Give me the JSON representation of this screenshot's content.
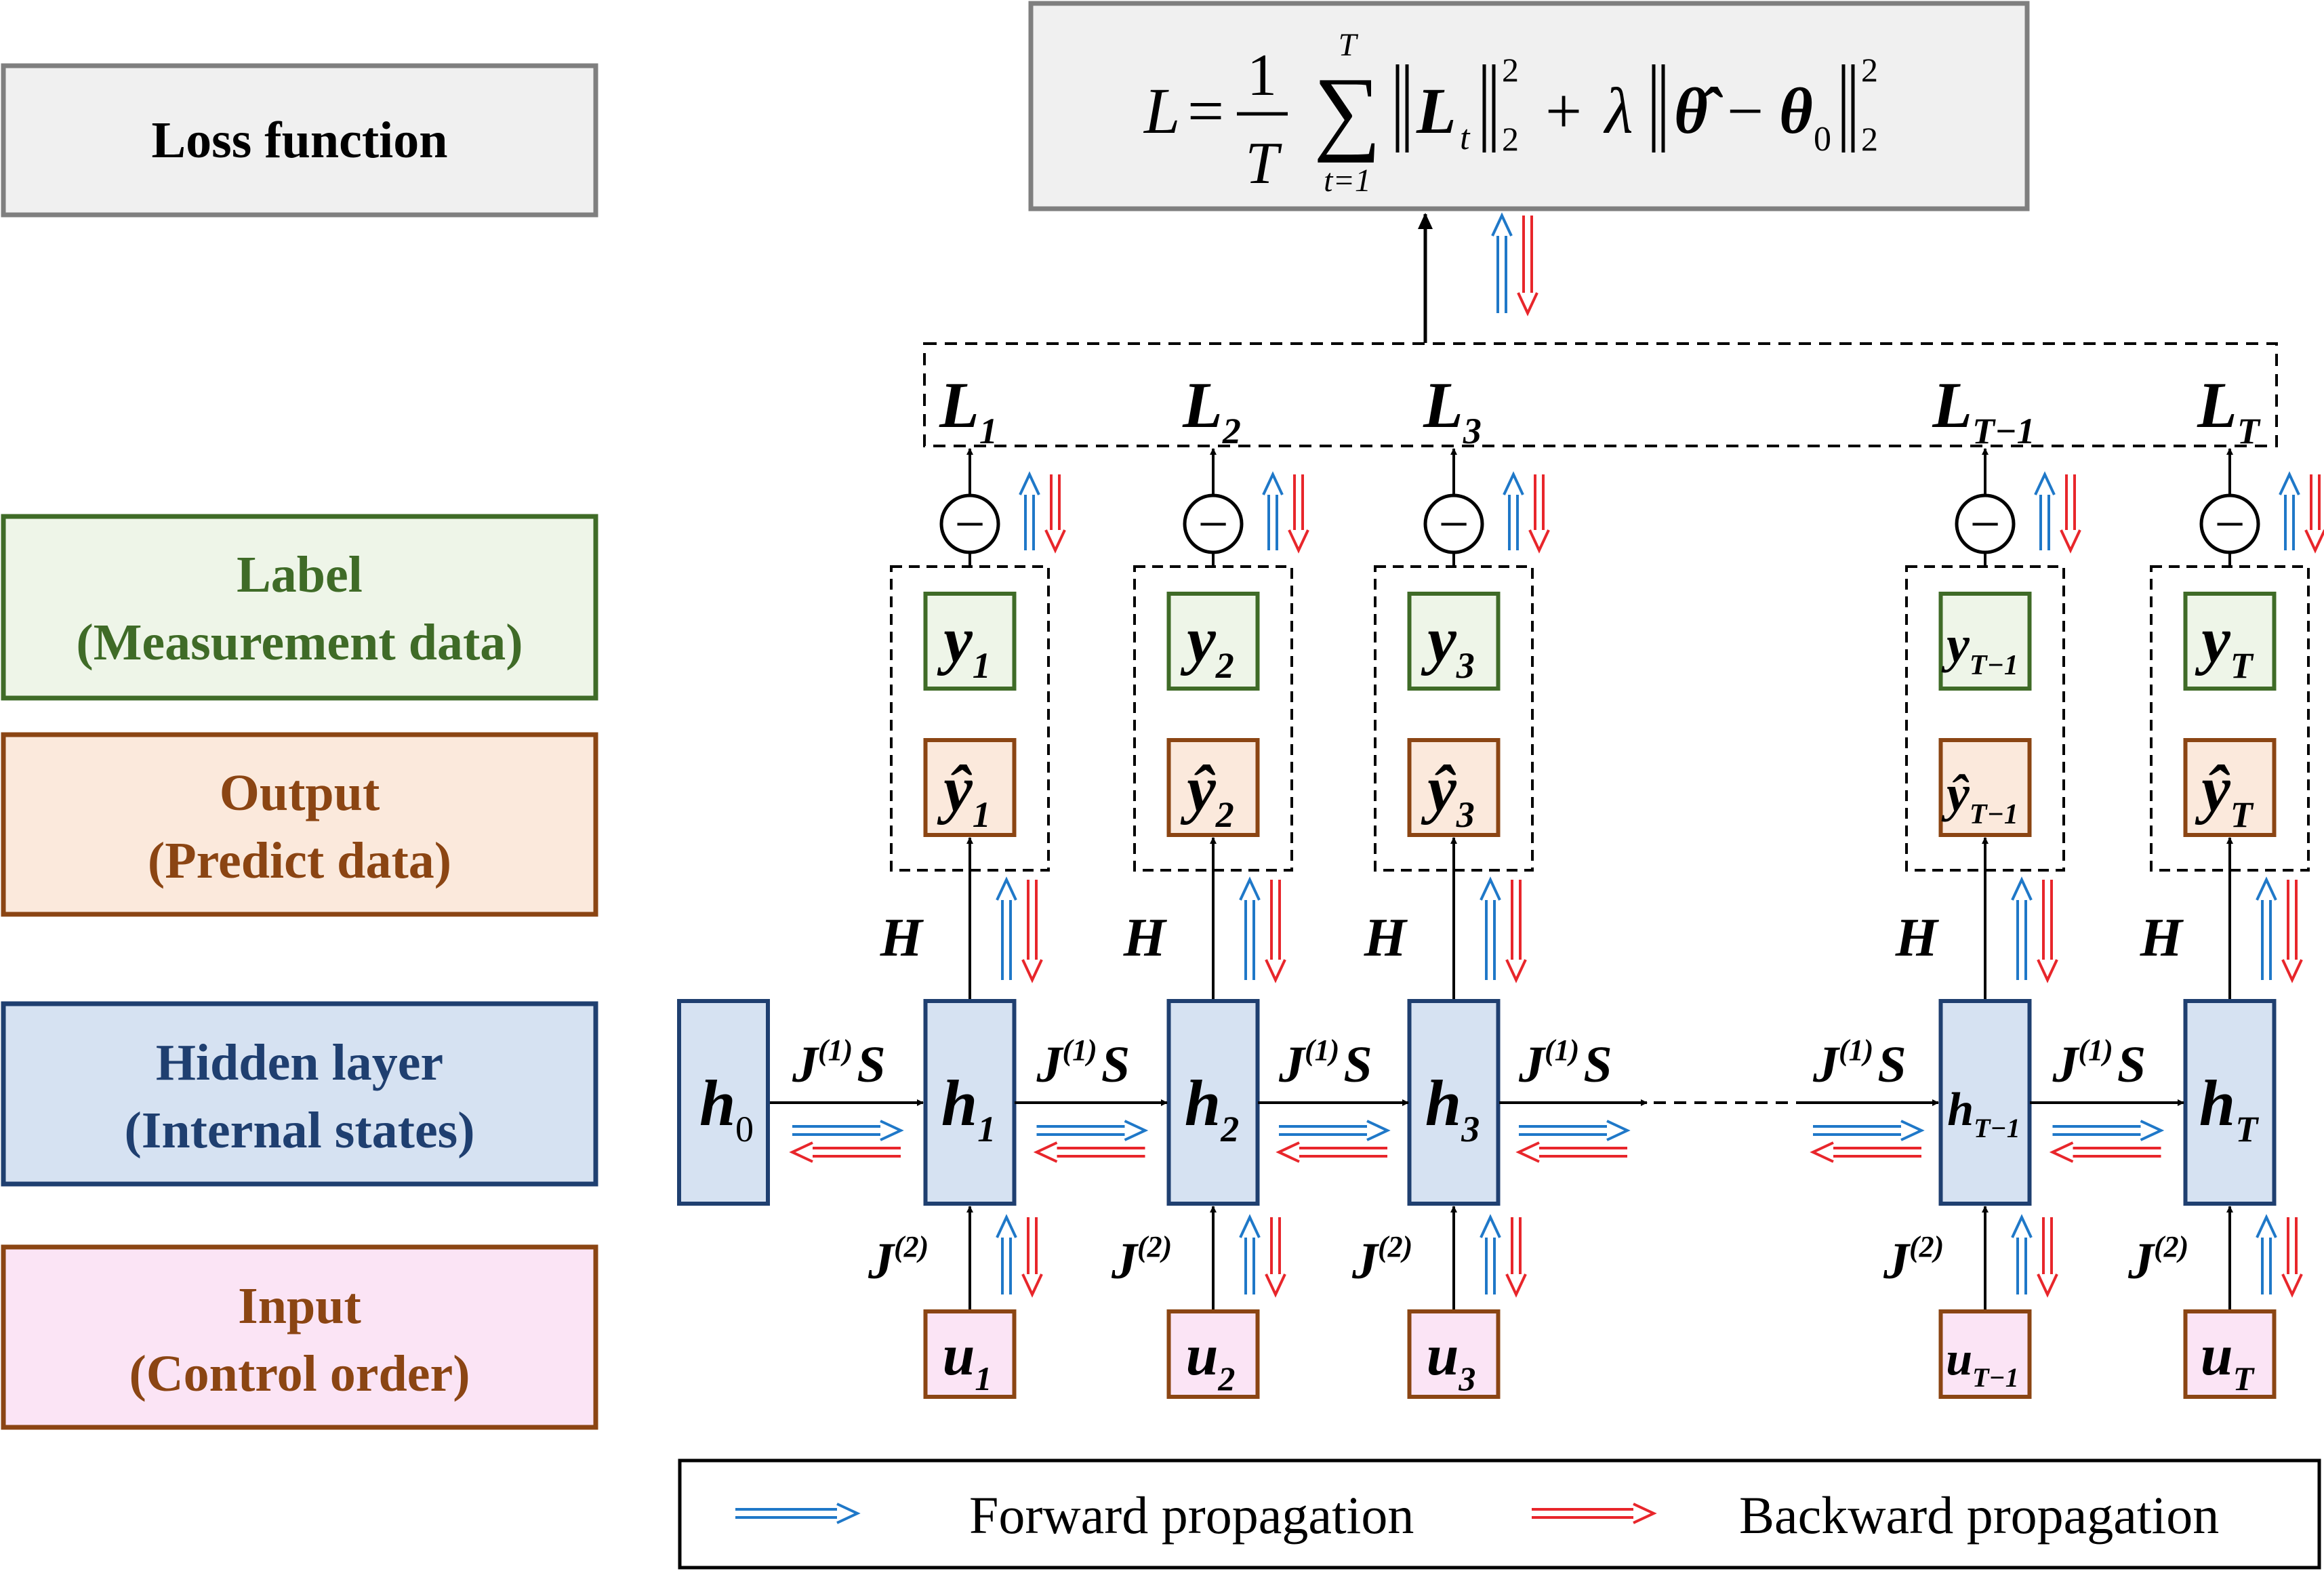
{
  "legend_labels": {
    "loss": "Loss function",
    "label_line1": "Label",
    "label_line2": "(Measurement data)",
    "output_line1": "Output",
    "output_line2": "(Predict data)",
    "hidden_line1": "Hidden layer",
    "hidden_line2": "(Internal states)",
    "input_line1": "Input",
    "input_line2": "(Control order)"
  },
  "loss_formula": {
    "lhs": "L",
    "eq": "=",
    "frac_num": "1",
    "frac_den": "T",
    "sum_sym": "∑",
    "sum_top": "T",
    "sum_bottom": "t=1",
    "term1_var": "L",
    "term1_sub": "t",
    "norm_sub": "2",
    "norm_sup": "2",
    "plus": "+",
    "lambda": "λ",
    "theta_hat": "θ̂",
    "minus": "−",
    "theta0_var": "θ",
    "theta0_sub": "0"
  },
  "columns": [
    {
      "sub": "1"
    },
    {
      "sub": "2"
    },
    {
      "sub": "3"
    },
    {
      "sub": "T−1"
    },
    {
      "sub": "T"
    }
  ],
  "vars": {
    "loss_var": "L",
    "label_var": "y",
    "output_var": "ŷ",
    "hidden_var": "h",
    "input_var": "u",
    "h0_sub": "0",
    "H": "H",
    "J": "J",
    "S": "S",
    "J1_sup": "(1)",
    "J2_sup": "(2)",
    "minus_symbol": "−"
  },
  "legend": {
    "forward": "Forward propagation",
    "backward": "Backward propagation"
  },
  "colors": {
    "forward": "#1f78c8",
    "backward": "#e8262b",
    "loss_fill": "#f0f0f0",
    "loss_border": "#7f7f7f",
    "label_fill": "#eef5e8",
    "label_border": "#3f6b27",
    "label_text": "#3f6b27",
    "output_fill": "#fbe9dc",
    "output_border": "#8b4513",
    "output_text": "#8b4513",
    "hidden_fill": "#d6e2f2",
    "hidden_border": "#1f3f70",
    "hidden_text": "#1f3f70",
    "input_fill": "#fbe4f5",
    "input_border": "#8b4513",
    "input_text": "#8b4513"
  }
}
